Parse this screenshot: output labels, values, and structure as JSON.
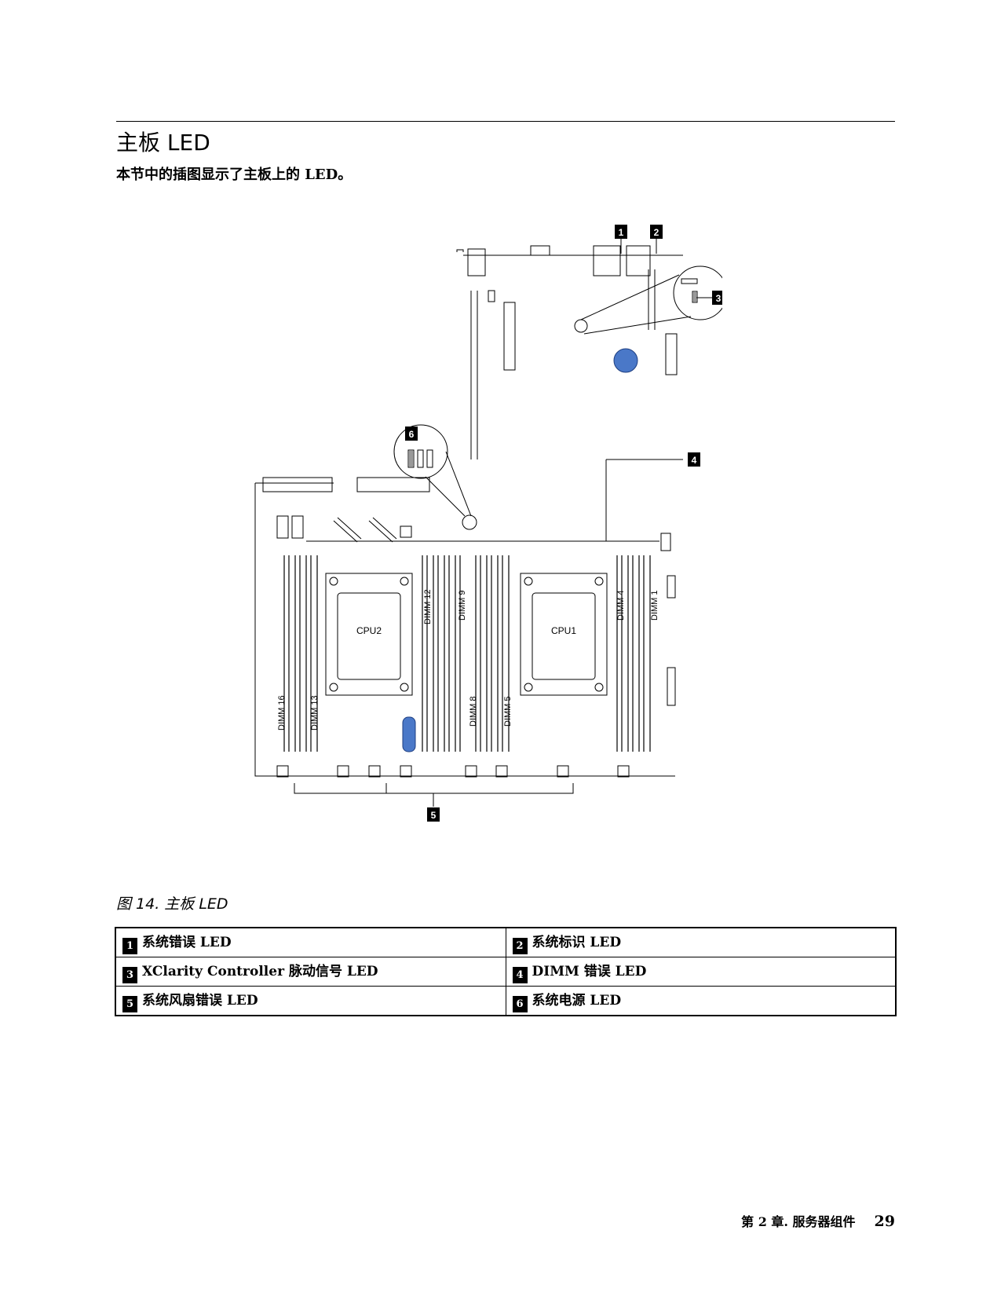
{
  "section": {
    "title": "主板 LED",
    "intro": "本节中的插图显示了主板上的 LED。"
  },
  "figure": {
    "caption": "图 14.  主板 LED",
    "callouts": [
      "1",
      "2",
      "3",
      "4",
      "5",
      "6"
    ],
    "board_labels": {
      "cpu1": "CPU1",
      "cpu2": "CPU2",
      "dimm1": "DIMM 1",
      "dimm4": "DIMM 4",
      "dimm5": "DIMM 5",
      "dimm8": "DIMM 8",
      "dimm9": "DIMM 9",
      "dimm12": "DIMM 12",
      "dimm13": "DIMM 13",
      "dimm16": "DIMM 16"
    }
  },
  "legend": [
    {
      "num": "1",
      "text": "系统错误 LED"
    },
    {
      "num": "2",
      "text": "系统标识 LED"
    },
    {
      "num": "3",
      "text": "XClarity Controller 脉动信号 LED"
    },
    {
      "num": "4",
      "text": "DIMM 错误 LED"
    },
    {
      "num": "5",
      "text": "系统风扇错误 LED"
    },
    {
      "num": "6",
      "text": "系统电源 LED"
    }
  ],
  "footer": {
    "chapter": "第 2 章. 服务器组件",
    "page": "29"
  }
}
